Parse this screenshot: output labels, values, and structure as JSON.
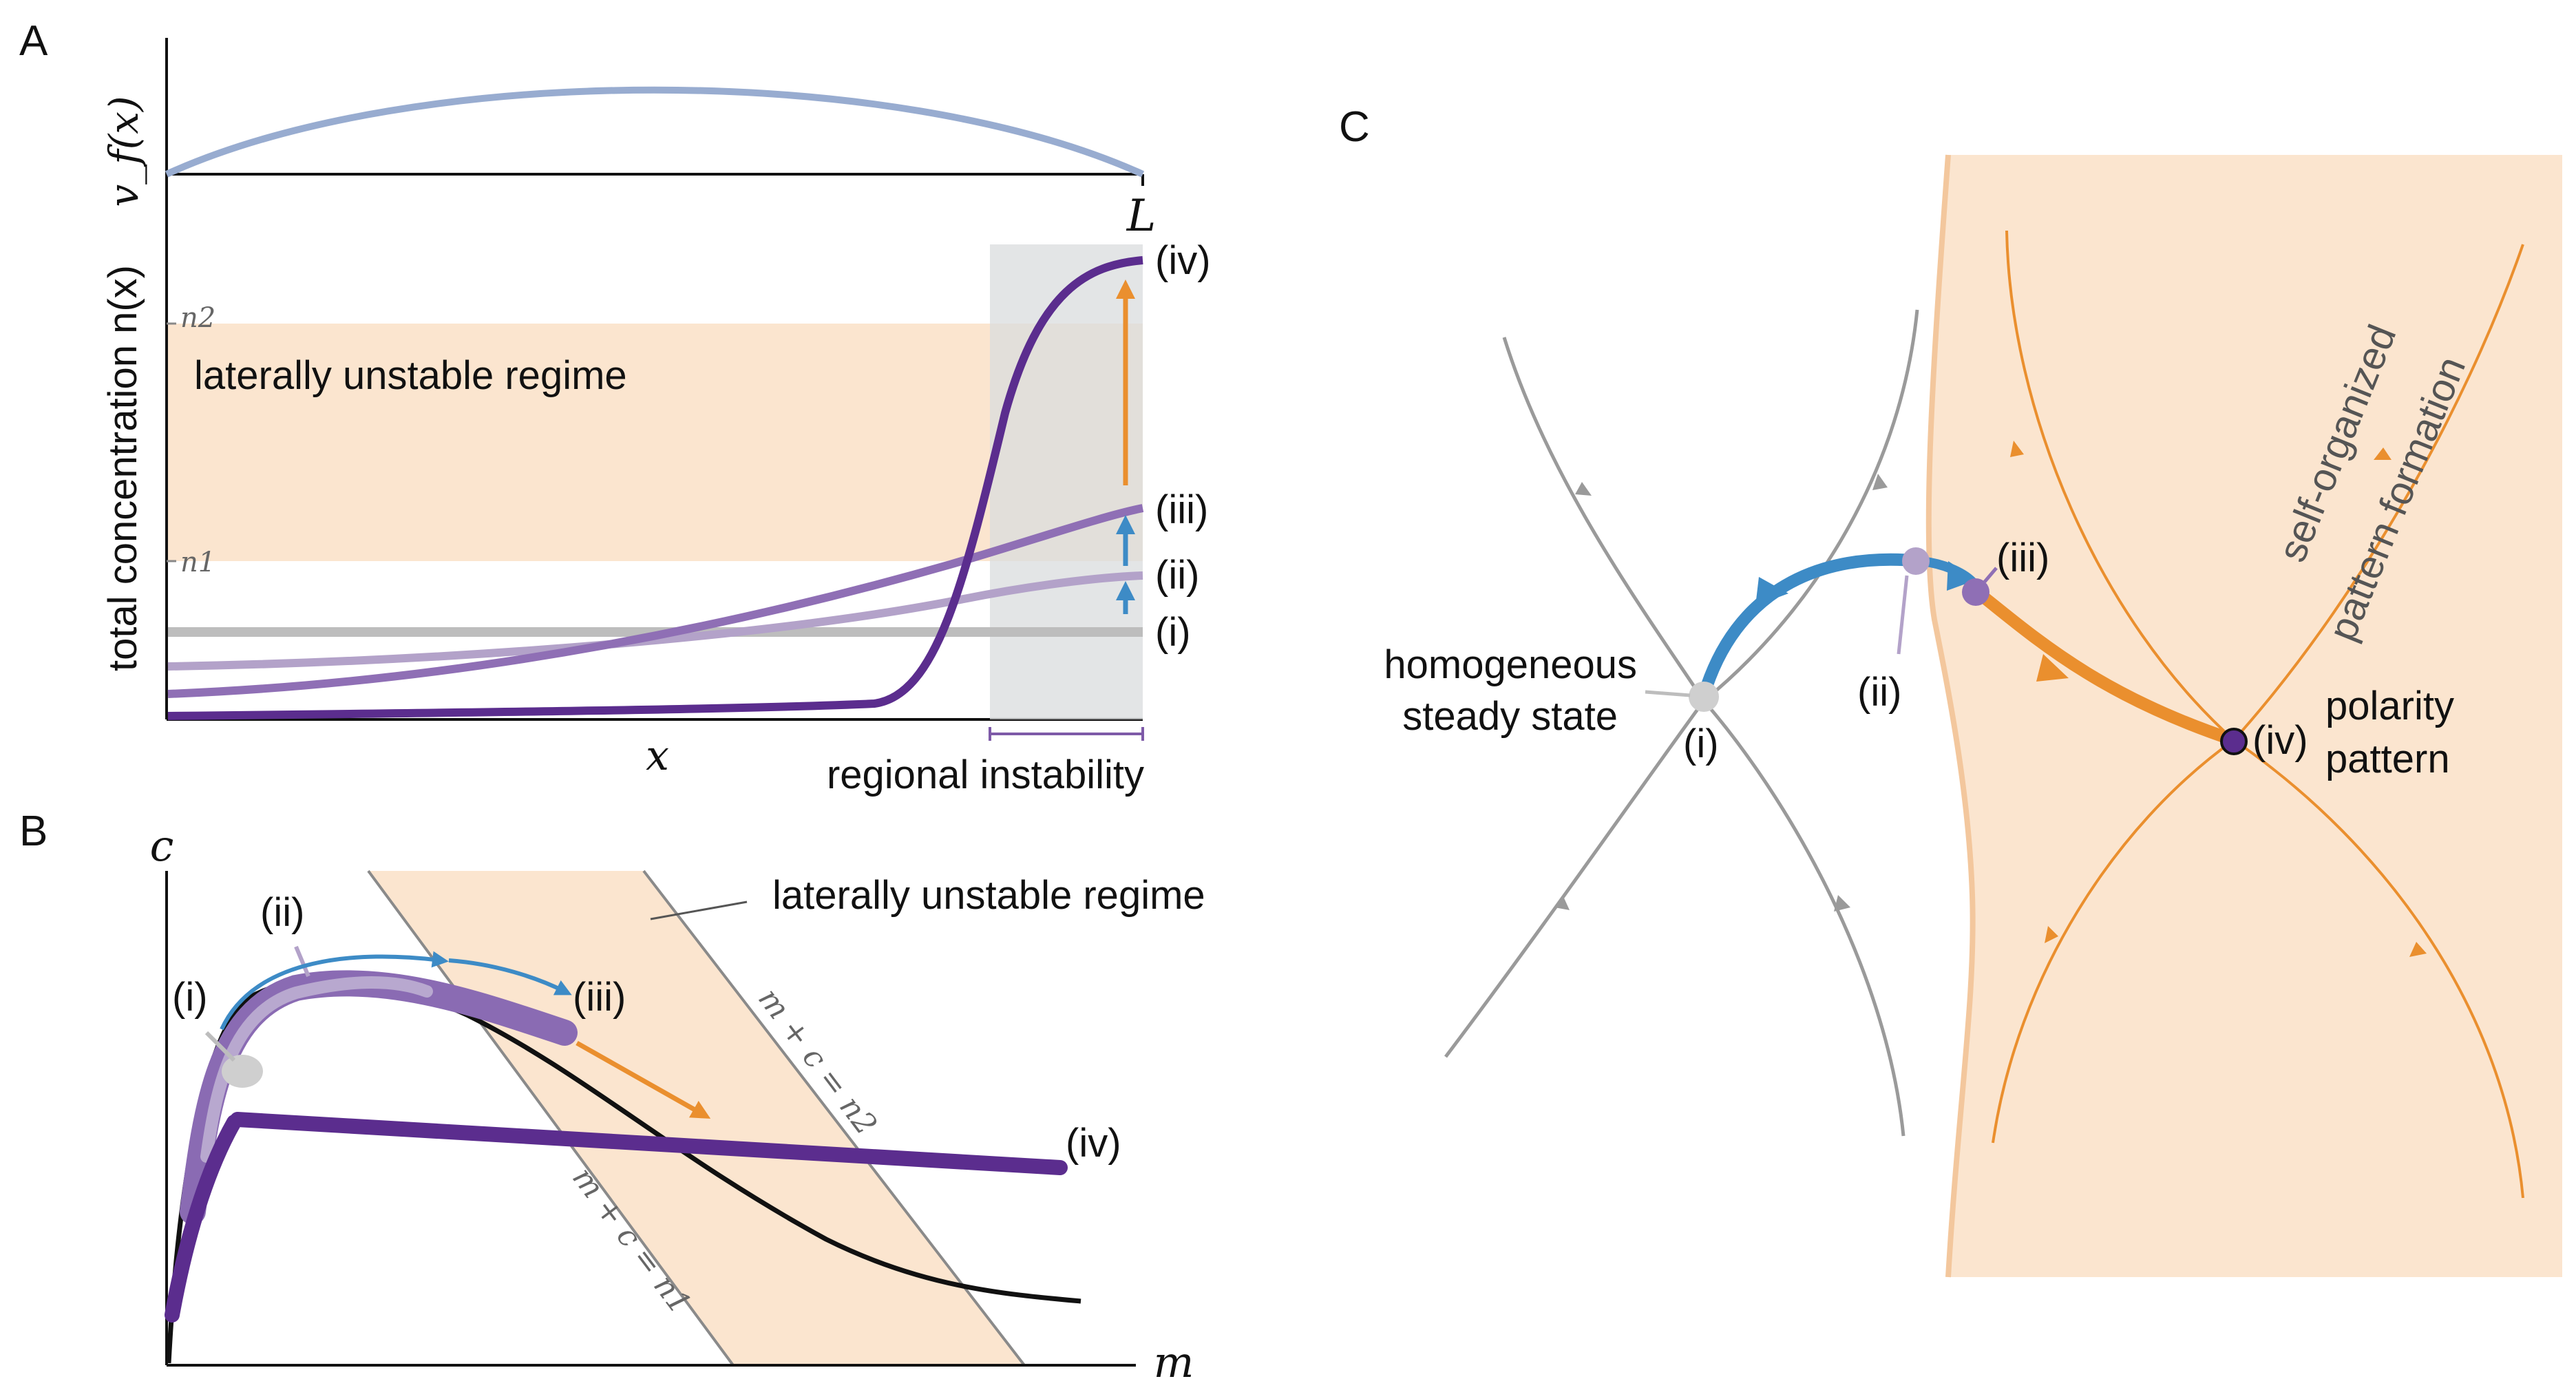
{
  "panels": {
    "A": {
      "letter": "A",
      "vf_label": "v_f(x)",
      "L_label": "L",
      "n_axis_label": "total concentration n(x)",
      "n2_label": "n2",
      "n1_label": "n1",
      "band_label": "laterally unstable regime",
      "x_label": "x",
      "regional_label": "regional instability",
      "states": [
        "(i)",
        "(ii)",
        "(iii)",
        "(iv)"
      ]
    },
    "B": {
      "letter": "B",
      "c_label": "c",
      "m_label": "m",
      "band_label": "laterally unstable regime",
      "line_n1": "m + c = n1",
      "line_n2": "m + c = n2",
      "states": [
        "(i)",
        "(ii)",
        "(iii)",
        "(iv)"
      ]
    },
    "C": {
      "letter": "C",
      "hss_line1": "homogeneous",
      "hss_line2": "steady state",
      "polarity_line1": "polarity",
      "polarity_line2": "pattern",
      "spf_line1": "self-organized",
      "spf_line2": "pattern formation",
      "states": [
        "(i)",
        "(ii)",
        "(iii)",
        "(iv)"
      ]
    }
  },
  "colors": {
    "band": "#fbe5cf",
    "regional_box": "#dcdee0",
    "purple_dark": "#5b2d8e",
    "purple_mid": "#8f6fb5",
    "purple_light": "#b3a2c9",
    "grey_line": "#bdbdbd",
    "blue": "#3d8bc6",
    "orange": "#ea8f2e",
    "vf_curve": "#98acd0",
    "grey_flow": "#9a9a9a",
    "black": "#111111"
  }
}
